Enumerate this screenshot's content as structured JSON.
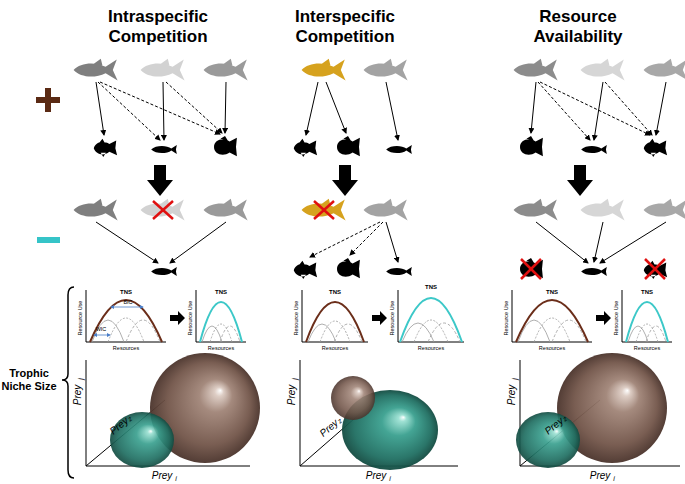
{
  "diagram": {
    "labels": [
      "Intraspecific Competition",
      "Interspecific Competition",
      "Resource Availability",
      "Trophic Niche Size",
      "TNS",
      "Resource Use",
      "Resources",
      "BIC",
      "WIC",
      "TNS",
      "Resource Use",
      "Resources",
      "TNS",
      "Resource Use",
      "Resources",
      "TNS",
      "Resource Use",
      "Resources",
      "TNS",
      "Resource Use",
      "Resources",
      "TNS",
      "Resource Use",
      "Resources",
      "Prey",
      "j",
      "Prey",
      "z",
      "Prey",
      "i",
      "Prey",
      "j",
      "Prey",
      "z",
      "Prey",
      "i",
      "Prey",
      "j",
      "Prey",
      "z",
      "Prey",
      "i"
    ]
  }
}
